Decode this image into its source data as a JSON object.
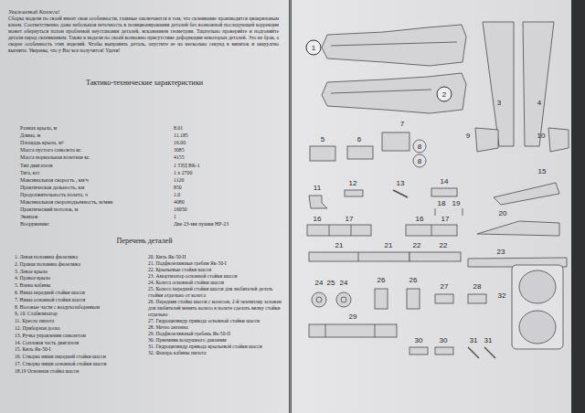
{
  "diagram": {
    "nodes": [
      {
        "text": [
          "1"
        ]
      },
      {
        "text": [
          "2"
        ]
      }
    ],
    "labels": [
      "Уважаемый Коллега!",
      "Сборка модели по своей имеет свои особенности, главные заключаются в том, что склеивание производится циакриловым клеем. Соответственно даже небольшая неточность в позиционировании деталей без возможной последующей коррекции может обернуться потом проблемой неустановки деталей, искажением геометрии. Тщательно проверяйте и подгоняйте детали перед склеиванием. Также в модели по своей возможно присутствие деформации некоторых деталей. Это не брак, а скорее особенность этих изделий. Чтобы выправить деталь, опустите ее на несколько секунд в кипяток и аккуратно выгните. Уверены, что у Вас все получится! Удачи!",
      "Тактико-технические характеристики",
      "Размах крыла, м",
      "8.01",
      "Длина, м",
      "11.185",
      "Площадь крыла, м²",
      "16.00",
      "Масса пустого самолета кг.",
      "3085",
      "Масса нормальная взлетная кг.",
      "4155",
      "Тип двигателя",
      "1 ТРД ВК-1",
      "Тяга, кгс",
      "1 x 2700",
      "Максимальная скорость , км/ч",
      "1120",
      "Практическая дальность, км",
      "850",
      "Продолжительность полета, ч",
      "1.0",
      "Максимальная скороподъемность, м/мин",
      "4080",
      "Практический потолок, м",
      "16050",
      "Экипаж",
      "1",
      "Вооружение:",
      "Две 23-мм пушки НР-23",
      "Перечень деталей",
      "1. Левая половина фюзеляжа",
      "2. Правая половина фюзеляжа",
      "3. Левое крыло",
      "4. Правое крыло",
      "5. Ванна кабины",
      "6. Ниша передней стойки шасси",
      "7. Ниша основной стойки шасси",
      "8. Носовые части с воздухозаборником",
      "9, 10. Стабилизатор",
      "11. Кресло пилота",
      "12. Приборная доска",
      "13. Ручка управления самолетом",
      "14. Сопловая часть двигателя",
      "15. Киль Як-50-I",
      "16. Створка ниши передней стойки шасси",
      "17. Створка ниши основной стойки шасси",
      "18,19 Основная стойка шасси",
      "20. Киль Як-50-II",
      "21. Подфюзеляжные гребни Як-50-I",
      "22. Крыльевые стойки шасси",
      "23. Амортизатор основной стойки шасси",
      "24. Колеса основной стойки шасси",
      "25. Колесо передней стойки шасси для любителей делать стойки отдельно от колеса",
      "26. Передняя стойка шасси с колесом, 2-й экземпляр заложен для любителей менять колесо в полете сделать вилку стойки отдельно",
      "27. Гидроцилиндр привода основной стойки шасси",
      "28. Метео антенна",
      "29. Подфюзеляжный гребень Як-50-II",
      "30. Приемник воздушного давления",
      "31. Гидроцилиндр привода крыльевой стойки шасси",
      "32. Фонарь кабины пилота",
      "3",
      "4",
      "5",
      "6",
      "7",
      "8",
      "8",
      "9",
      "10",
      "11",
      "12",
      "13",
      "14",
      "15",
      "18",
      "19",
      "16",
      "17",
      "16",
      "17",
      "20",
      "21",
      "21",
      "22",
      "22",
      "23",
      "24",
      "25",
      "24",
      "26",
      "26",
      "27",
      "28",
      "32",
      "29",
      "30",
      "30",
      "31",
      "31"
    ]
  }
}
